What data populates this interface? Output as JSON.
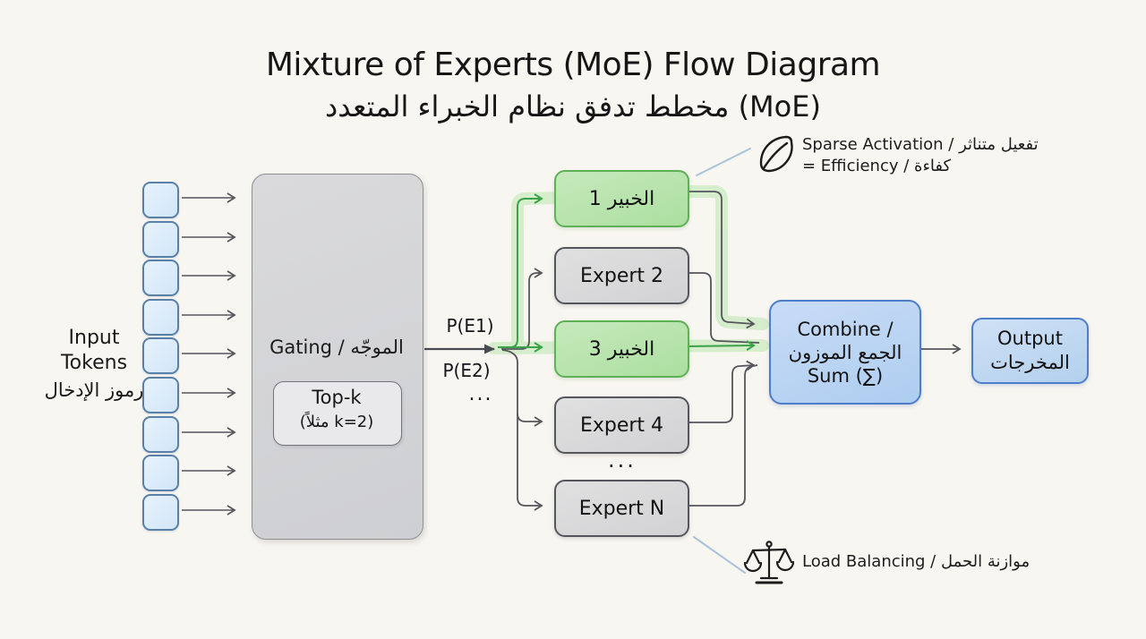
{
  "title": {
    "line1": "Mixture of Experts (MoE) Flow Diagram",
    "line2": "مخطط تدفق نظام الخبراء المتعدد (MoE)"
  },
  "input_tokens": {
    "label_line1": "Input",
    "label_line2": "Tokens",
    "label_ar": "رموز الإدخال",
    "count": 9
  },
  "gating": {
    "label": "Gating / الموجّه",
    "topk_title": "Top-k",
    "topk_note": "(مثلاً k=2)"
  },
  "gate_probs": {
    "p1": "P(E1)",
    "p2": "P(E2)",
    "more": "..."
  },
  "experts": {
    "items": [
      {
        "label": "الخبير 1",
        "state": "selected"
      },
      {
        "label": "Expert 2",
        "state": "inactive"
      },
      {
        "label": "الخبير 3",
        "state": "selected"
      },
      {
        "label": "Expert 4",
        "state": "inactive"
      },
      {
        "label": "Expert N",
        "state": "inactive"
      }
    ],
    "ellipsis": "..."
  },
  "combine": {
    "line1": "Combine /",
    "line2": "الجمع الموزون",
    "line3": "Sum (∑)"
  },
  "output": {
    "line1": "Output",
    "line2": "المخرجات"
  },
  "annotations": {
    "sparse_activation": {
      "icon": "leaf-icon",
      "line1": "Sparse Activation / تفعيل متناثر",
      "line2": "= Efficiency / كفاءة"
    },
    "load_balancing": {
      "icon": "scales-icon",
      "label": "Load Balancing / موازنة الحمل"
    }
  },
  "colors": {
    "background": "#f8f6f1",
    "selected_expert_fill": "#b9e4ae",
    "selected_expert_border": "#5db054",
    "inactive_expert_fill": "#d9d9db",
    "inactive_expert_border": "#55555c",
    "blue_box_fill": "#bad5f2",
    "blue_box_border": "#4d7ec9",
    "token_fill": "#dcebfa",
    "token_border": "#5880a8",
    "highlight_band": "#d2edc8",
    "arrow_gray": "#55555c",
    "arrow_green": "#3aa348",
    "leader_line": "#a9c2da"
  }
}
